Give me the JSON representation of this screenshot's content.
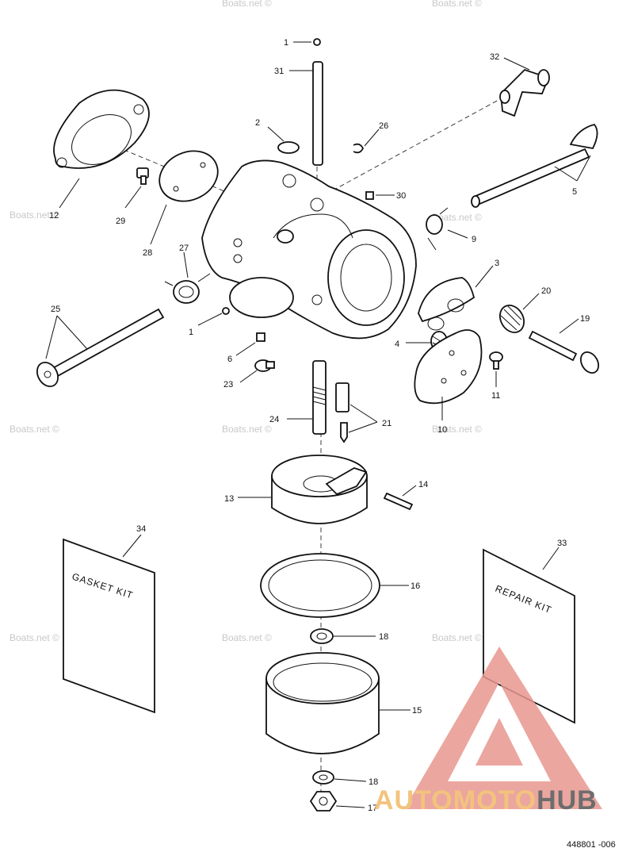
{
  "diagram": {
    "document_number": "448801 -006",
    "labels": {
      "p1_top": "1",
      "p31": "31",
      "p32": "32",
      "p2": "2",
      "p26": "26",
      "p12": "12",
      "p29": "29",
      "p30": "30",
      "p5": "5",
      "p9": "9",
      "p28": "28",
      "p27": "27",
      "p3": "3",
      "p20": "20",
      "p19": "19",
      "p25": "25",
      "p1_mid": "1",
      "p4": "4",
      "p6": "6",
      "p11": "11",
      "p23": "23",
      "p10": "10",
      "p24": "24",
      "p21": "21",
      "p14": "14",
      "p13": "13",
      "p34": "34",
      "p33": "33",
      "p16": "16",
      "p18_a": "18",
      "p15": "15",
      "p18_b": "18",
      "p17": "17"
    },
    "kits": {
      "gasket_kit_text": "GASKET KIT",
      "repair_kit_text": "REPAIR KIT"
    },
    "watermark_text": "Boats.net ©"
  },
  "brand": {
    "part1": "AUTOMOTO",
    "part2": "HUB",
    "colors": {
      "triangle": "#e8968f",
      "auto": "#f3c37d",
      "hub": "#6d6d6d"
    }
  }
}
